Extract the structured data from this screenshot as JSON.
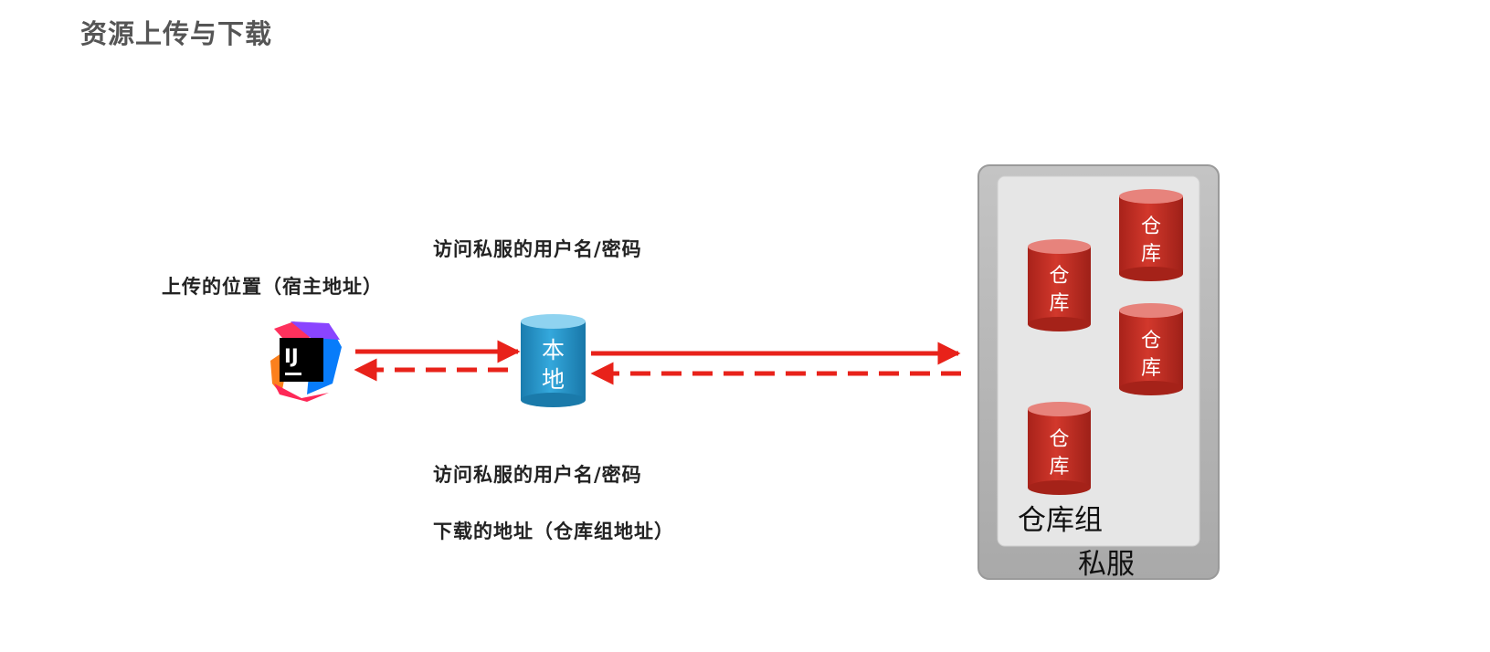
{
  "title": "资源上传与下载",
  "labels": {
    "upload_location": "上传的位置（宿主地址）",
    "credentials_top": "访问私服的用户名/密码",
    "credentials_bottom": "访问私服的用户名/密码",
    "download_address": "下载的地址（仓库组地址）"
  },
  "ide_icon": {
    "name": "intellij-idea-icon",
    "text": "IJ"
  },
  "local_repo": {
    "line1": "本",
    "line2": "地"
  },
  "private_server": {
    "label": "私服",
    "group_label": "仓库组",
    "repositories": [
      {
        "line1": "仓",
        "line2": "库"
      },
      {
        "line1": "仓",
        "line2": "库"
      },
      {
        "line1": "仓",
        "line2": "库"
      },
      {
        "line1": "仓",
        "line2": "库"
      }
    ]
  },
  "colors": {
    "arrow": "#e8221a",
    "repo_cylinder": "#c9342a",
    "local_cylinder": "#2a9bd0",
    "server_box": "#b5b5b5",
    "group_box": "#e6e6e6"
  }
}
